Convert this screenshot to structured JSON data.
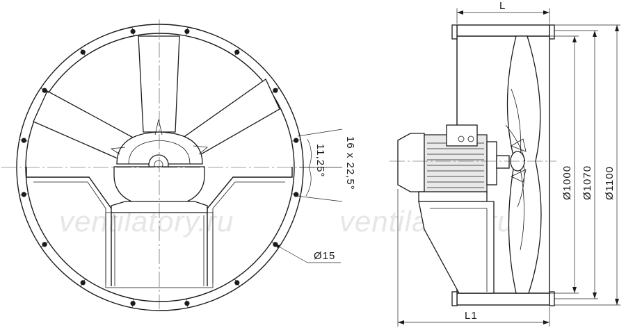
{
  "watermark": "ventilatory.ru",
  "front_view": {
    "bolt_pattern": "16 x 22,5°",
    "angle_offset": "11,25°",
    "hole_diameter": "Ø15"
  },
  "side_view": {
    "length_label": "L",
    "length1_label": "L1",
    "diameters": [
      "Ø1000",
      "Ø1070",
      "Ø1100"
    ]
  }
}
